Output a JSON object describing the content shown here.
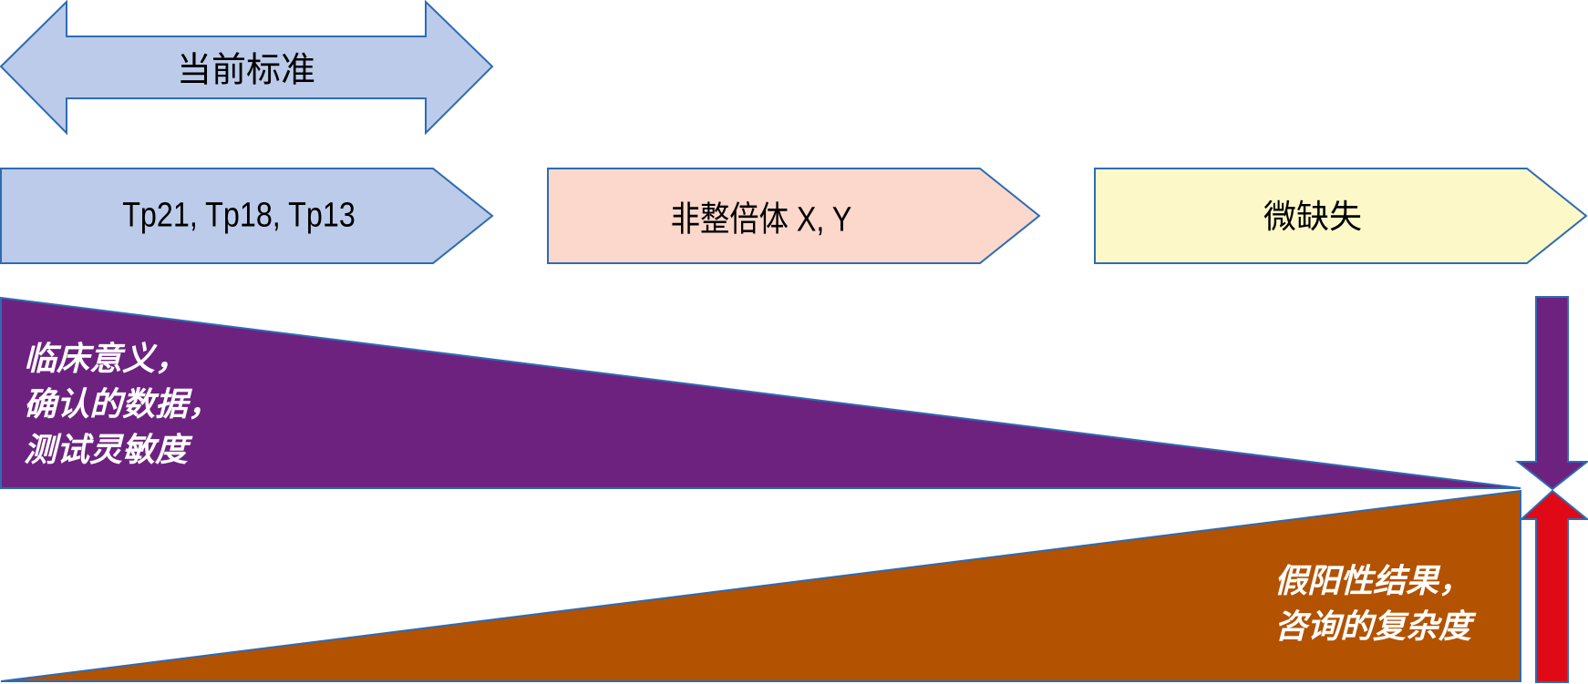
{
  "current_standard": {
    "label": "当前标准",
    "color": "#bccbe9"
  },
  "categories": [
    {
      "label": "Tp21, Tp18, Tp13",
      "color": "#bccbe9"
    },
    {
      "label": "非整倍体 X, Y",
      "color": "#fbd8cb"
    },
    {
      "label": "微缺失",
      "color": "#fdf8c8"
    }
  ],
  "decreasing_wedge": {
    "lines": [
      "临床意义，",
      "确认的数据，",
      "测试灵敏度"
    ],
    "color": "#6d2280"
  },
  "increasing_wedge": {
    "lines": [
      "假阳性结果，",
      "咨询的复杂度"
    ],
    "color": "#b35200"
  },
  "down_arrow_color": "#6d2280",
  "up_arrow_color": "#e00a16",
  "outline_color": "#2e6bb3"
}
